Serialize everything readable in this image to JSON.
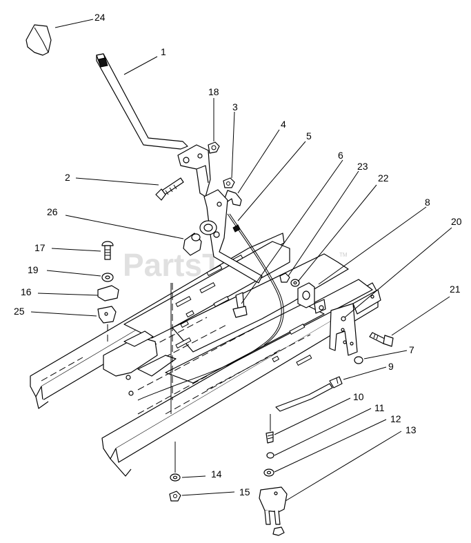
{
  "watermark": {
    "text": "PartsTree",
    "trademark": "TM"
  },
  "callouts": [
    {
      "id": "24",
      "text": "24"
    },
    {
      "id": "1",
      "text": "1"
    },
    {
      "id": "18",
      "text": "18"
    },
    {
      "id": "3",
      "text": "3"
    },
    {
      "id": "4",
      "text": "4"
    },
    {
      "id": "5",
      "text": "5"
    },
    {
      "id": "6",
      "text": "6"
    },
    {
      "id": "23",
      "text": "23"
    },
    {
      "id": "22",
      "text": "22"
    },
    {
      "id": "2",
      "text": "2"
    },
    {
      "id": "26",
      "text": "26"
    },
    {
      "id": "8",
      "text": "8"
    },
    {
      "id": "20",
      "text": "20"
    },
    {
      "id": "17",
      "text": "17"
    },
    {
      "id": "19",
      "text": "19"
    },
    {
      "id": "16",
      "text": "16"
    },
    {
      "id": "25",
      "text": "25"
    },
    {
      "id": "21",
      "text": "21"
    },
    {
      "id": "7",
      "text": "7"
    },
    {
      "id": "9",
      "text": "9"
    },
    {
      "id": "10",
      "text": "10"
    },
    {
      "id": "11",
      "text": "11"
    },
    {
      "id": "12",
      "text": "12"
    },
    {
      "id": "13",
      "text": "13"
    },
    {
      "id": "14",
      "text": "14"
    },
    {
      "id": "15",
      "text": "15"
    }
  ]
}
